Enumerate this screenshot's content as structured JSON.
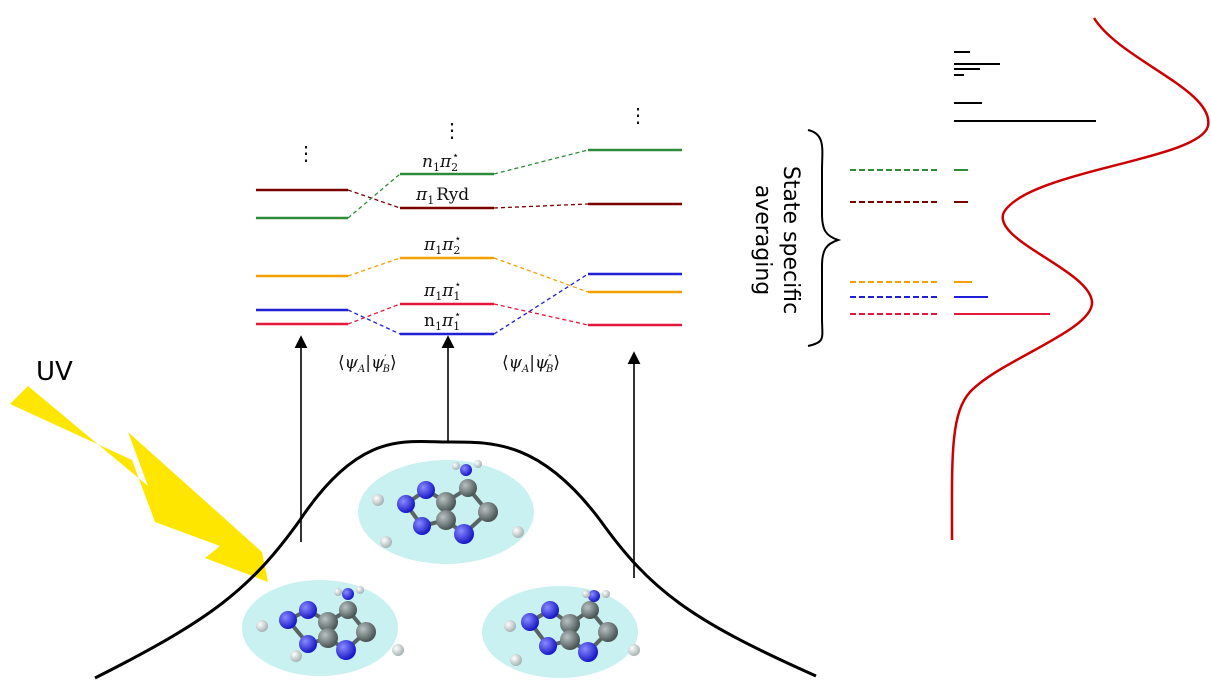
{
  "uv_label": "UV",
  "side_label_line1": "State specific",
  "side_label_line2": "averaging",
  "ellipsis": "⋮",
  "state_labels": {
    "n1pi2": {
      "base": "n",
      "sub1": "1",
      "pi": "π",
      "sub2": "2",
      "sup": "⋆"
    },
    "pi1ryd": {
      "pi": "π",
      "sub": "1",
      "text": "Ryd"
    },
    "pi1pi2": {
      "pi": "π",
      "sub1": "1",
      "pi2": "π",
      "sub2": "2",
      "sup": "⋆"
    },
    "pi1pi1": {
      "pi": "π",
      "sub1": "1",
      "pi2": "π",
      "sub2": "1",
      "sup": "⋆"
    },
    "n1pi1": {
      "base": "n",
      "sub1": "1",
      "pi": "π",
      "sub2": "1",
      "sup": "⋆"
    }
  },
  "overlap_labels": {
    "left": {
      "open": "⟨",
      "psi": "ψ",
      "subA": "A",
      "bar": "|",
      "subB": "B",
      "prime": "′",
      "close": "⟩"
    },
    "right": {
      "open": "⟨",
      "psi": "ψ",
      "subA": "A",
      "bar": "|",
      "subB": "B",
      "prime": "″",
      "close": "⟩"
    }
  },
  "colors": {
    "green": "#2e8b3a",
    "darkred": "#7a0000",
    "orange": "#f5a000",
    "blue": "#1f1fd6",
    "red": "#e6173c",
    "distribution": "#cc0000",
    "uv_bolt": "#ffe600",
    "molecule_glow": "#bfeef0"
  }
}
